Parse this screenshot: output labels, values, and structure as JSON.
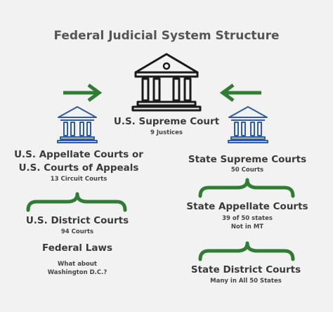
{
  "title": "Federal Judicial System Structure",
  "colors": {
    "background": "#f2f2f2",
    "federal_arrow": "#2e7d32",
    "brace": "#2e7d32",
    "supreme_icon": "#1a1a1a",
    "court_icon_blue": "#2d5ca8",
    "text": "#3d3d3d"
  },
  "icons": {
    "supreme": "courthouse-icon",
    "appellate": "courthouse-icon",
    "state": "courthouse-icon",
    "arrows": "arrow-right-icon / arrow-left-icon",
    "braces": "curly-brace-icon"
  },
  "supreme_court": {
    "name": "U.S. Supreme Court",
    "detail": "9 Justices"
  },
  "federal": {
    "appellate": {
      "name_line1": "U.S. Appellate Courts or",
      "name_line2": "U.S. Courts of Appeals",
      "detail": "13 Circuit Courts"
    },
    "district": {
      "name": "U.S. District Courts",
      "detail": "94 Courts"
    },
    "laws": {
      "name": "Federal Laws",
      "question_line1": "What about",
      "question_line2": "Washington D.C.?"
    }
  },
  "state": {
    "supreme": {
      "name": "State Supreme Courts",
      "detail": "50 Courts"
    },
    "appellate": {
      "name": "State Appellate Courts",
      "detail_line1": "39 of 50 states",
      "detail_line2": "Not in MT"
    },
    "district": {
      "name": "State District Courts",
      "detail": "Many in All 50 States"
    }
  }
}
